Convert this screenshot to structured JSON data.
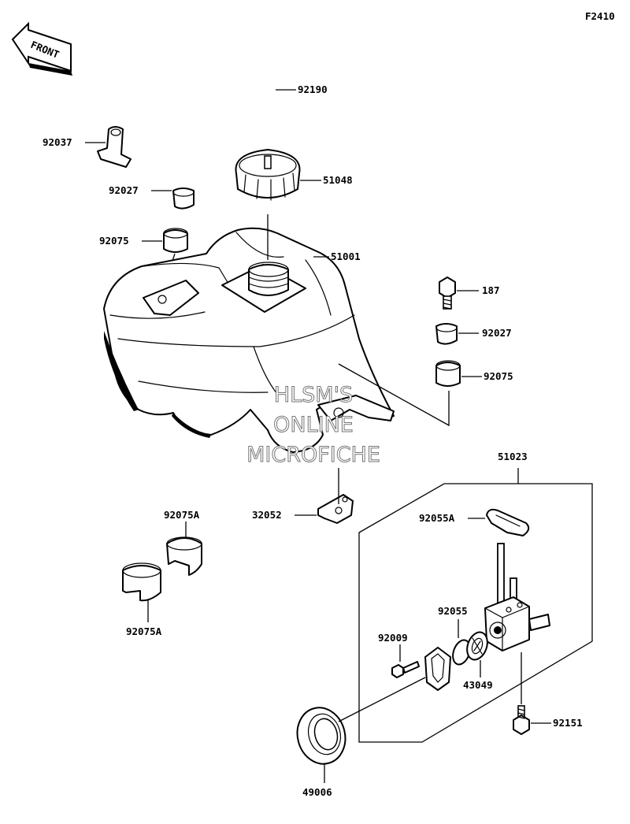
{
  "figure_code": "F2410",
  "front_badge": "FRONT",
  "watermark": [
    "HLSM'S",
    "ONLINE",
    "MICROFICHE"
  ],
  "labels": {
    "p92190": "92190",
    "p92037": "92037",
    "p51048": "51048",
    "p92027a": "92027",
    "p92075a": "92075",
    "p51001": "51001",
    "p187": "187",
    "p92027b": "92027",
    "p92075b": "92075",
    "p51023": "51023",
    "p32052": "32052",
    "p92075A_top": "92075A",
    "p92075A_bot": "92075A",
    "p92055A": "92055A",
    "p92055": "92055",
    "p92009": "92009",
    "p43049": "43049",
    "p92151": "92151",
    "p49006": "49006"
  }
}
